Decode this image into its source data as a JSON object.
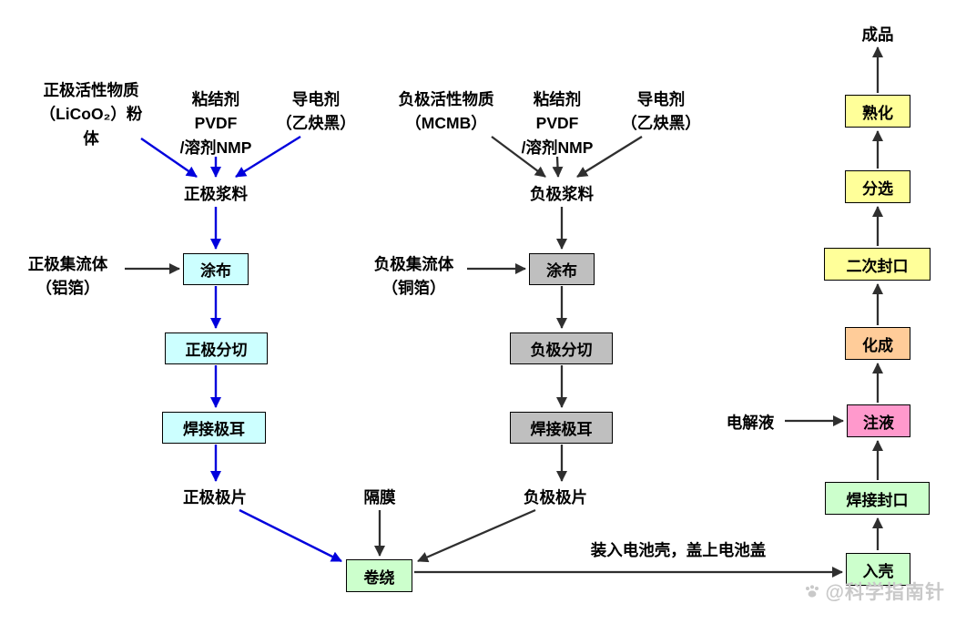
{
  "colors": {
    "positive_box_fill": "#ccffff",
    "negative_box_fill": "#bfbfbf",
    "assembly_box_fill": "#ccffcc",
    "injection_box_fill": "#ff99cc",
    "formation_box_fill": "#ffcc99",
    "finishing_box_fill": "#ffff99",
    "positive_arrow": "#0000dd",
    "default_arrow": "#2f2f2f"
  },
  "positive": {
    "active_material": "正极活性物质\n（LiCoO₂）粉\n体",
    "binder": "粘结剂\nPVDF\n/溶剂NMP",
    "conductive": "导电剂\n（乙炔黑）",
    "slurry": "正极浆料",
    "collector": "正极集流体\n（铝箔）",
    "coating": "涂布",
    "slitting": "正极分切",
    "tab_welding": "焊接极耳",
    "electrode_sheet": "正极极片"
  },
  "negative": {
    "active_material": "负极活性物质\n（MCMB）",
    "binder": "粘结剂\nPVDF\n/溶剂NMP",
    "conductive": "导电剂\n（乙炔黑）",
    "slurry": "负极浆料",
    "collector": "负极集流体\n（铜箔）",
    "coating": "涂布",
    "slitting": "负极分切",
    "tab_welding": "焊接极耳",
    "electrode_sheet": "负极极片"
  },
  "assembly": {
    "separator": "隔膜",
    "winding": "卷绕",
    "case_instruction": "装入电池壳，盖上电池盖",
    "into_case": "入壳",
    "seal_welding": "焊接封口",
    "electrolyte": "电解液",
    "injection": "注液",
    "formation": "化成",
    "second_seal": "二次封口",
    "sorting": "分选",
    "aging": "熟化",
    "finished_product": "成品"
  },
  "watermark": {
    "text": "@科学指南针"
  }
}
